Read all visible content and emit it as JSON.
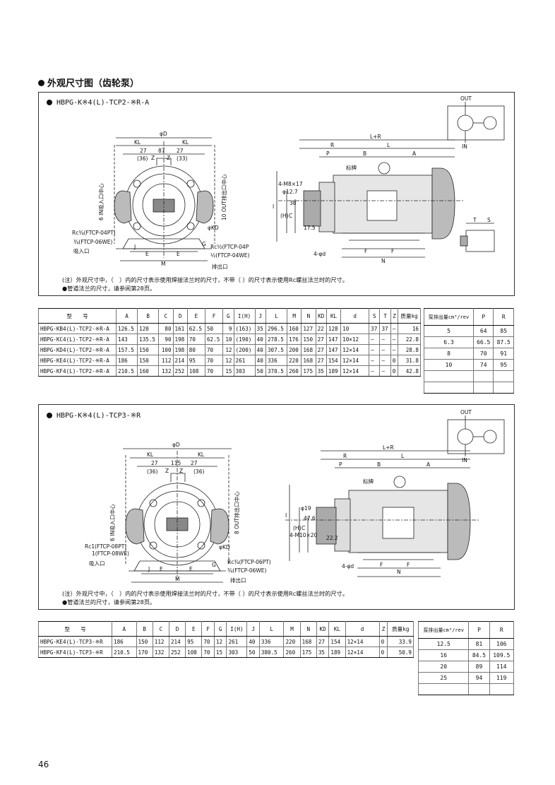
{
  "section": {
    "title": "外观尺寸图（齿轮泵）"
  },
  "figure1": {
    "title": "HBPG-K※4(L)-TCP2-※R-A",
    "labels": {
      "phiD": "φD",
      "KL1": "KL",
      "KL2": "KL",
      "d27a": "27",
      "d87": "87",
      "d27b": "27",
      "d36": "(36)",
      "d33": "(33)",
      "Z1": "Z",
      "Z2": "Z",
      "in_center": "6 IN吸入口中心",
      "out_center": "10 OUT排出口中心",
      "rc_in": "Rc¾(FTCP-04PT)",
      "in_alt": "¾(FTCP-06WE)",
      "in_port": "吸入口",
      "phiKD": "φKD",
      "rc_out": "Rc½(FTCP-04P",
      "out_alt": "½(FTCP-04WE)",
      "out_port": "排出口",
      "J": "J",
      "E1": "E",
      "E2": "E",
      "M": "M",
      "G": "G",
      "LR": "L+R",
      "R": "R",
      "L": "L",
      "P": "P",
      "B": "B",
      "A": "A",
      "M8": "4-M8×17",
      "d127": "φ12.7",
      "d38": "38",
      "d175": "17.5",
      "C": "C",
      "H": "(H)",
      "I": "I",
      "nameplate": "标牌",
      "phid4": "4-φd",
      "F1": "F",
      "F2": "F",
      "N": "N",
      "T": "T",
      "S": "S",
      "OUT": "OUT",
      "IN": "IN"
    },
    "notes": [
      "(注）外观尺寸中，（　）内的尺寸表示使用焊接法兰时的尺寸，不带（ ）的尺寸表示使用Rc螺丝法兰时的尺寸。",
      "●管道法兰的尺寸，请参阅第28页。"
    ]
  },
  "table1": {
    "headers": [
      "型　　号",
      "A",
      "B",
      "C",
      "D",
      "E",
      "F",
      "G",
      "I(H)",
      "J",
      "L",
      "M",
      "N",
      "KD",
      "KL",
      "d",
      "S",
      "T",
      "Z",
      "质量kg"
    ],
    "rows": [
      [
        "HBPG-KB4(L)-TCP2-※R-A",
        "126.5",
        "120",
        "80",
        "161",
        "62.5",
        "50",
        "9",
        "(163)",
        "35",
        "296.5",
        "160",
        "127",
        "22",
        "128",
        "10",
        "37",
        "37",
        "–",
        "16"
      ],
      [
        "HBPG-KC4(L)-TCP2-※R-A",
        "143",
        "135.5",
        "90",
        "198",
        "70",
        "62.5",
        "10",
        "(190)",
        "40",
        "278.5",
        "176",
        "150",
        "27",
        "147",
        "10×12",
        "–",
        "–",
        "–",
        "22.8"
      ],
      [
        "HBPG-KD4(L)-TCP2-※R-A",
        "157.5",
        "150",
        "100",
        "198",
        "80",
        "70",
        "12",
        "(200)",
        "40",
        "307.5",
        "200",
        "168",
        "27",
        "147",
        "12×14",
        "–",
        "–",
        "–",
        "28.8"
      ],
      [
        "HBPG-KE4(L)-TCP2-※R-A",
        "186",
        "150",
        "112",
        "214",
        "95",
        "70",
        "12",
        "261",
        "40",
        "336",
        "220",
        "168",
        "27",
        "154",
        "12×14",
        "–",
        "–",
        "0",
        "31.8"
      ],
      [
        "HBPG-KF4(L)-TCP2-※R-A",
        "210.5",
        "160",
        "132",
        "252",
        "108",
        "70",
        "15",
        "303",
        "50",
        "370.5",
        "260",
        "175",
        "35",
        "189",
        "12×14",
        "–",
        "–",
        "0",
        "42.8"
      ]
    ]
  },
  "side1": {
    "headers": [
      "泵排出量cm³/rev",
      "P",
      "R"
    ],
    "rows": [
      [
        "5",
        "64",
        "85"
      ],
      [
        "6.3",
        "66.5",
        "87.5"
      ],
      [
        "8",
        "70",
        "91"
      ],
      [
        "10",
        "74",
        "95"
      ],
      [
        "",
        "",
        ""
      ],
      [
        "",
        "",
        ""
      ]
    ]
  },
  "figure2": {
    "title": "HBPG-K※4(L)-TCP3-※R",
    "labels": {
      "phiD": "φD",
      "KL1": "KL",
      "KL2": "KL",
      "d27a": "27",
      "d115": "115",
      "d27b": "27",
      "d36a": "(36)",
      "d36b": "(36)",
      "Z1": "Z",
      "Z2": "Z",
      "in_center": "6 IN吸入口中心",
      "out_center": "8 OUT排出口中心",
      "rc_in": "Rc1(FTCP-08PT)",
      "in_alt": "1(FTCP-08WE)",
      "in_port": "吸入口",
      "phiKD": "φKD",
      "rc_out": "Rc¾(FTCP-06PT)",
      "out_alt": "¾(FTCP-06WE)",
      "out_port": "排出口",
      "J": "J",
      "E1": "E",
      "E2": "E",
      "M": "M",
      "G": "G",
      "LR": "L+R",
      "R": "R",
      "L": "L",
      "P": "P",
      "B": "B",
      "A": "A",
      "d19": "φ19",
      "d476": "47.6",
      "d222": "22.2",
      "M10": "4-M10×20",
      "C": "C",
      "H": "(H)",
      "I": "I",
      "nameplate": "标牌",
      "phid4": "4-φd",
      "F1": "F",
      "F2": "F",
      "N": "N",
      "OUT": "OUT",
      "IN": "IN"
    },
    "notes": [
      "(注）外观尺寸中，（　）内的尺寸表示使用焊接法兰时的尺寸，不带（ ）的尺寸表示使用Rc螺丝法兰时的尺寸。",
      "●管道法兰的尺寸，请参阅第28页。"
    ]
  },
  "table2": {
    "headers": [
      "型　　号",
      "A",
      "B",
      "C",
      "D",
      "E",
      "F",
      "G",
      "I(H)",
      "J",
      "L",
      "M",
      "N",
      "KD",
      "KL",
      "d",
      "Z",
      "质量kg"
    ],
    "rows": [
      [
        "HBPG-KE4(L)-TCP3-※R",
        "186",
        "150",
        "112",
        "214",
        "95",
        "70",
        "12",
        "261",
        "40",
        "336",
        "220",
        "168",
        "27",
        "154",
        "12×14",
        "0",
        "33.9"
      ],
      [
        "HBPG-KF4(L)-TCP3-※R",
        "210.5",
        "170",
        "132",
        "252",
        "108",
        "70",
        "15",
        "303",
        "50",
        "380.5",
        "260",
        "175",
        "35",
        "189",
        "12×14",
        "0",
        "50.9"
      ]
    ]
  },
  "side2": {
    "headers": [
      "泵排出量cm³/rev",
      "P",
      "R"
    ],
    "rows": [
      [
        "12.5",
        "81",
        "106"
      ],
      [
        "16",
        "84.5",
        "109.5"
      ],
      [
        "20",
        "89",
        "114"
      ],
      [
        "25",
        "94",
        "119"
      ],
      [
        "",
        "",
        ""
      ]
    ]
  },
  "page": {
    "number": "46"
  }
}
